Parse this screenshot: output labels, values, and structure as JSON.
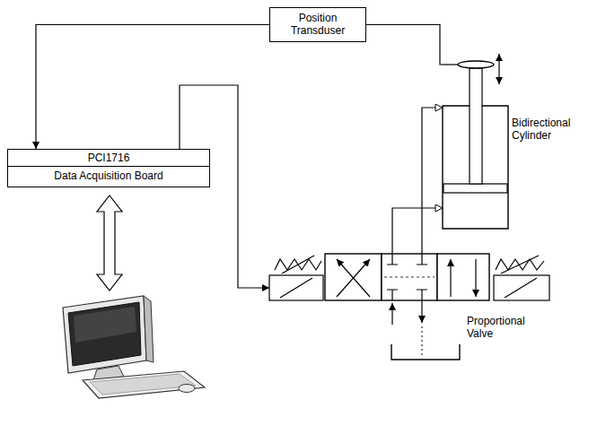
{
  "diagram": {
    "nodes": [
      {
        "text": [
          "Position Transduser"
        ]
      },
      {
        "text": [
          "PCI1716",
          "Data Acquisition Board"
        ]
      },
      {
        "text": [
          "Bidirectional Cylinder"
        ]
      },
      {
        "text": [
          "Proportional Valve"
        ]
      }
    ],
    "edges": [
      {
        "from": 0,
        "to": 1,
        "arrow": "to"
      },
      {
        "from": 0,
        "to": 2,
        "arrow": "none"
      },
      {
        "from": 1,
        "to": 3,
        "arrow": "to"
      },
      {
        "from": 3,
        "to": 2,
        "arrow": "to"
      },
      {
        "from": 3,
        "to": 2,
        "arrow": "to"
      }
    ]
  }
}
